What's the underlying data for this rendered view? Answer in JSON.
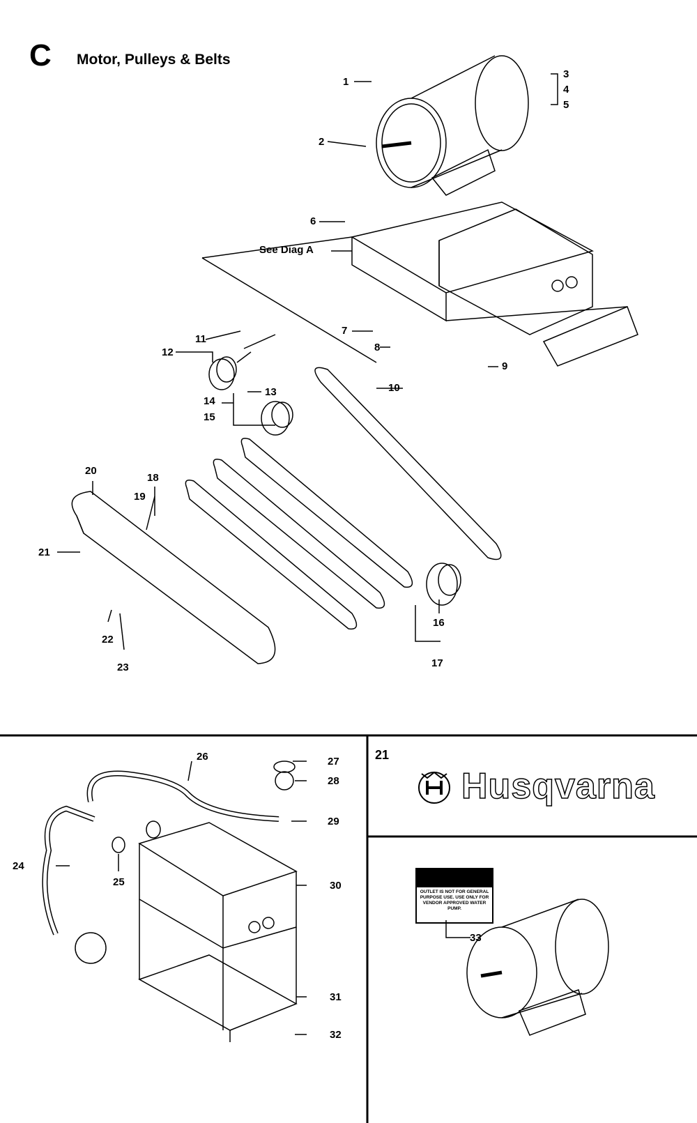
{
  "section": {
    "letter": "C",
    "title": "Motor, Pulleys & Belts"
  },
  "reference": "See Diag A",
  "callouts": [
    "1",
    "2",
    "3",
    "4",
    "5",
    "6",
    "7",
    "8",
    "9",
    "10",
    "11",
    "12",
    "13",
    "14",
    "15",
    "16",
    "17",
    "18",
    "19",
    "20",
    "21",
    "22",
    "23",
    "24",
    "25",
    "26",
    "27",
    "28",
    "29",
    "30",
    "31",
    "32",
    "33"
  ],
  "brand": "Husqvarna",
  "inset_decal": {
    "number": "21",
    "brand": "Husqvarna"
  },
  "inset_motor": {
    "label_text": "OUTLET IS NOT FOR GENERAL PURPOSE USE. USE ONLY FOR VENDOR APPROVED WATER PUMP."
  }
}
